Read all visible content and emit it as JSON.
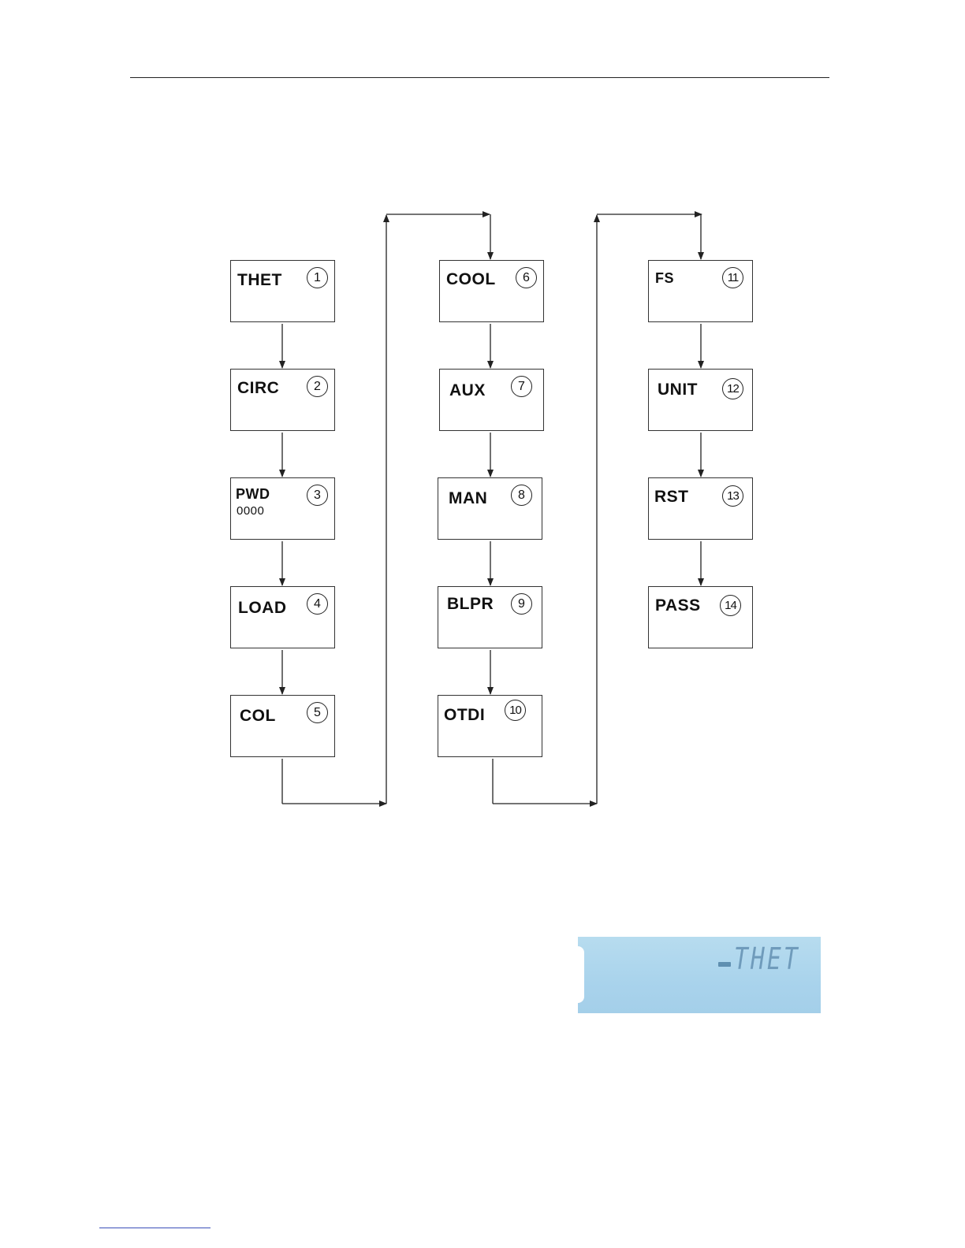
{
  "flowchart": {
    "steps": [
      {
        "label": "THET",
        "number": "1"
      },
      {
        "label": "CIRC",
        "number": "2"
      },
      {
        "label": "PWD",
        "number": "3",
        "value": "0000"
      },
      {
        "label": "LOAD",
        "number": "4"
      },
      {
        "label": "COL",
        "number": "5"
      },
      {
        "label": "COOL",
        "number": "6"
      },
      {
        "label": "AUX",
        "number": "7"
      },
      {
        "label": "MAN",
        "number": "8"
      },
      {
        "label": "BLPR",
        "number": "9"
      },
      {
        "label": "OTDI",
        "number": "10"
      },
      {
        "label": "FS",
        "number": "11"
      },
      {
        "label": "UNIT",
        "number": "12"
      },
      {
        "label": "RST",
        "number": "13"
      },
      {
        "label": "PASS",
        "number": "14"
      }
    ]
  },
  "lcd": {
    "display_text": "THET",
    "background_color": "#a9d3ec",
    "segment_color": "#6f9bbb"
  }
}
